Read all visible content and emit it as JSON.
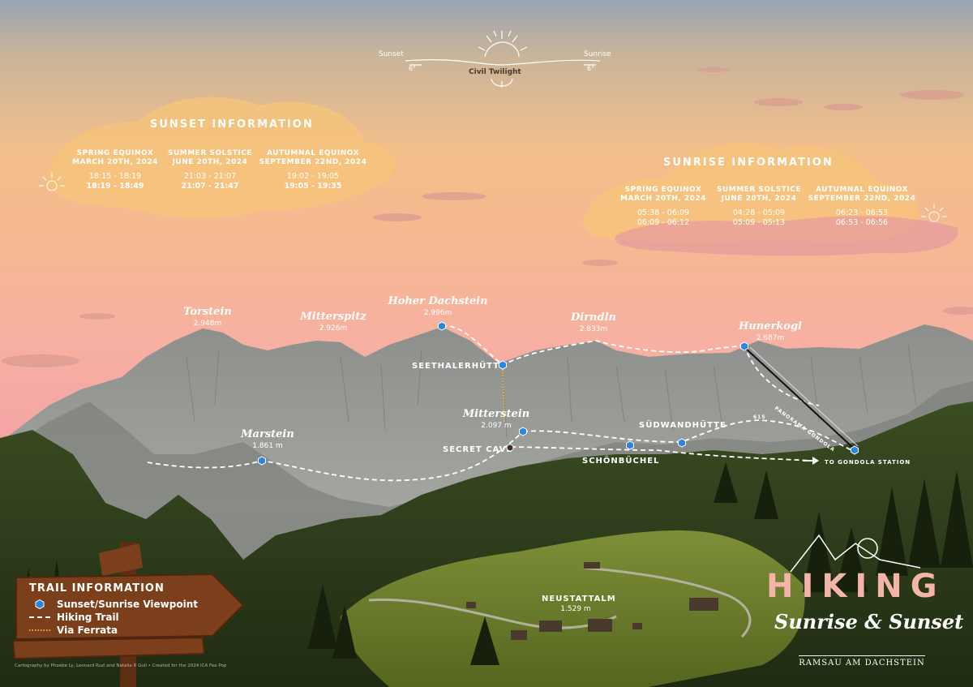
{
  "header": {
    "sunset_label": "Sunset",
    "sunrise_label": "Sunrise",
    "left_degree": "6°",
    "right_degree": "6°",
    "twilight_label": "Civil Twilight"
  },
  "sunset_panel": {
    "title": "SUNSET INFORMATION",
    "columns": [
      {
        "line1": "SPRING EQUINOX",
        "line2": "MARCH 20TH, 2024",
        "time1": "18:15 - 18:19",
        "time2": "18:19 - 18:49"
      },
      {
        "line1": "SUMMER SOLSTICE",
        "line2": "JUNE 20TH, 2024",
        "time1": "21:03 - 21:07",
        "time2": "21:07 - 21:47"
      },
      {
        "line1": "AUTUMNAL EQUINOX",
        "line2": "SEPTEMBER 22ND, 2024",
        "time1": "19:02 - 19:05",
        "time2": "19:05 - 19:35"
      }
    ]
  },
  "sunrise_panel": {
    "title": "SUNRISE INFORMATION",
    "columns": [
      {
        "line1": "SPRING EQUINOX",
        "line2": "MARCH 20TH, 2024",
        "time1": "05:38 - 06:09",
        "time2": "06:09 - 06:12"
      },
      {
        "line1": "SUMMER SOLSTICE",
        "line2": "JUNE 20TH, 2024",
        "time1": "04:28 - 05:09",
        "time2": "05:09 - 05:13"
      },
      {
        "line1": "AUTUMNAL EQUINOX",
        "line2": "SEPTEMBER 22ND, 2024",
        "time1": "06:23 - 06:53",
        "time2": "06:53 - 06:56"
      }
    ]
  },
  "peaks": {
    "torstein": {
      "name": "Torstein",
      "elev": "2.948m"
    },
    "mitterspitz": {
      "name": "Mitterspitz",
      "elev": "2.926m"
    },
    "hoher_dachstein": {
      "name": "Hoher Dachstein",
      "elev": "2.996m"
    },
    "dirndln": {
      "name": "Dirndln",
      "elev": "2.833m"
    },
    "hunerkogl": {
      "name": "Hunerkogl",
      "elev": "2.687m"
    },
    "marstein": {
      "name": "Marstein",
      "elev": "1.861 m"
    },
    "mitterstein": {
      "name": "Mitterstein",
      "elev": "2.097 m"
    }
  },
  "spots": {
    "seethalerhutte": "SEETHALERHÜTTE",
    "sudwandhutte": "SÜDWANDHÜTTE",
    "schonbuchel": "SCHÖNBÜCHEL",
    "secret_cave": "SECRET CAVE",
    "gondola": "TO GONDOLA STATION",
    "panorama_gondola": "PANORAMA GONDOLA",
    "trail_number": "615",
    "neustattalm_name": "NEUSTATTALM",
    "neustattalm_elev": "1.529 m"
  },
  "legend": {
    "title": "TRAIL INFORMATION",
    "items": [
      {
        "symbol": "viewpoint-icon",
        "label": "Sunset/Sunrise Viewpoint"
      },
      {
        "symbol": "dashed-line",
        "label": "Hiking Trail"
      },
      {
        "symbol": "dotted-line",
        "label": "Via Ferrata"
      }
    ]
  },
  "title_block": {
    "title": "HIKING",
    "subtitle": "Sunrise & Sunset",
    "location": "RAMSAU AM DACHSTEIN"
  },
  "credit": "Cartography by Phoebe Ly, Leonard Ruzl and Natalie R Gull • Created for the 2024 ICA Fee Pop",
  "colors": {
    "viewpoint": "#2a86e0",
    "sign_wood": "#7b3f1c",
    "title_pink": "#f2b5a8",
    "via_ferrata": "#e8b23a"
  }
}
